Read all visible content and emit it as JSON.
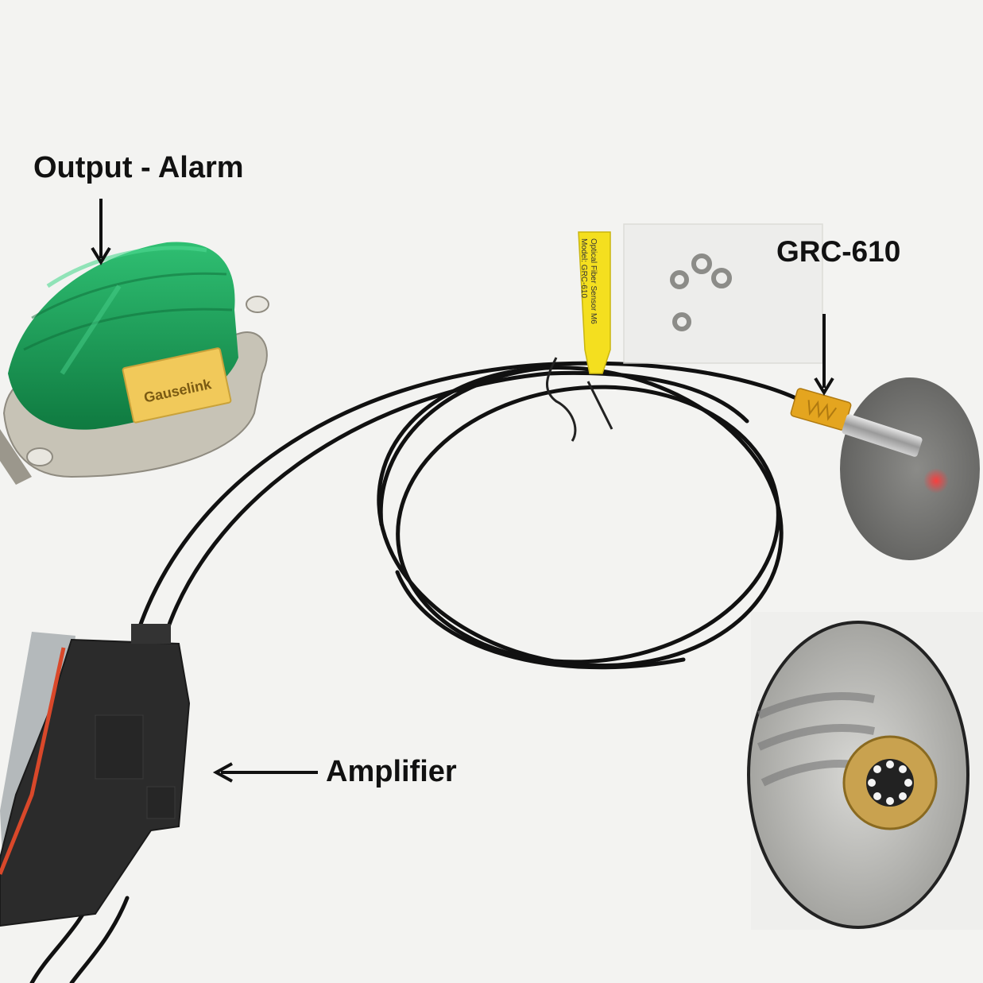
{
  "annotations": {
    "output_alarm": "Output - Alarm",
    "grc": "GRC-610",
    "amplifier": "Amplifier"
  },
  "product_text": {
    "beacon_brand": "Gauselink",
    "tag_line1": "Optical Fiber Sensor M6",
    "tag_line2": "Model: GRC-610"
  },
  "colors": {
    "background": "#f3f3f1",
    "beacon_green": "#1a9e58",
    "tag_yellow": "#f4df1f",
    "amp_body": "#2b2b2b",
    "amp_stripe": "#d9482a",
    "cable": "#111111"
  }
}
